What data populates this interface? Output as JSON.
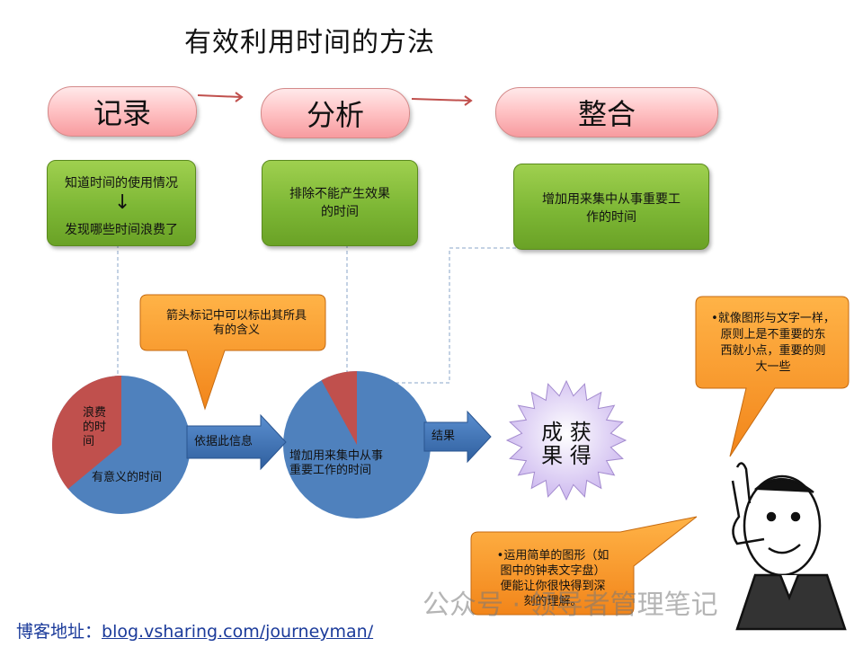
{
  "title": "有效利用时间的方法",
  "steps": [
    "记录",
    "分析",
    "整合"
  ],
  "boxes": {
    "record_top": "知道时间的使用情况",
    "record_bottom": "发现哪些时间浪费了",
    "analyze_line1": "排除不能产生效果",
    "analyze_line2": "的时间",
    "integrate_line1": "增加用来集中从事重要工",
    "integrate_line2": "作的时间"
  },
  "callouts": {
    "arrow_note_line1": "箭头标记中可以标出其所具",
    "arrow_note_line2": "有的含义",
    "right_line1": "•就像图形与文字一样，",
    "right_line2": "原则上是不重要的东",
    "right_line3": "西就小点，重要的则",
    "right_line4": "大一些",
    "bottom_line1": "•运用简单的图形（如",
    "bottom_line2": "图中的钟表文字盘）",
    "bottom_line3": "便能让你很快得到深",
    "bottom_line4": "刻的理解。"
  },
  "pie1": {
    "waste_line1": "浪费",
    "waste_line2": "的时",
    "waste_line3": "间",
    "meaningful": "有意义的时间",
    "waste_fraction": 0.36
  },
  "pie2": {
    "label_line1": "增加用来集中从事",
    "label_line2": "重要工作的时间",
    "waste_fraction": 0.08
  },
  "arrows": {
    "based_on": "依据此信息",
    "result": "结果"
  },
  "burst": {
    "line1": "成 获",
    "line2": "果 得"
  },
  "footer": {
    "label": "博客地址：",
    "url": "blog.vsharing.com/journeyman/"
  },
  "watermark": "公众号 · 领导者管理笔记",
  "colors": {
    "pie_blue": "#4f81bd",
    "pie_red": "#c0504d",
    "green": "#7db735",
    "orange": "#f7941d",
    "pill_pink": "#f8a8ab",
    "arrow_blue": "#3e6fb0",
    "burst_lilac": "#e3d6f5"
  }
}
